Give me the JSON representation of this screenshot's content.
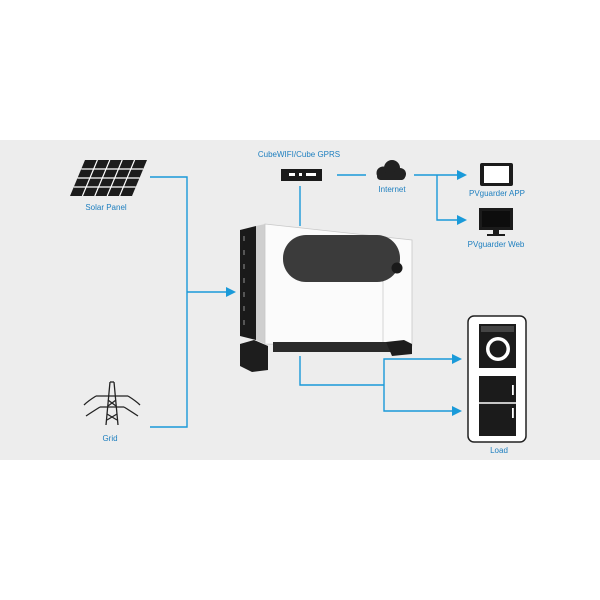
{
  "labels": {
    "solar_panel": "Solar Panel",
    "grid": "Grid",
    "wifi_module": "CubeWIFI/Cube GPRS",
    "internet": "Internet",
    "app": "PVguarder APP",
    "web": "PVguarder Web",
    "load": "Load"
  },
  "colors": {
    "line": "#1a9ad9",
    "label": "#1e7fbf",
    "background_panel": "#ededed"
  },
  "icons": [
    "solar-panel-icon",
    "transmission-tower-icon",
    "wifi-dongle-icon",
    "cloud-icon",
    "tablet-icon",
    "monitor-icon",
    "inverter-image",
    "washing-machine-icon",
    "refrigerator-icon"
  ]
}
